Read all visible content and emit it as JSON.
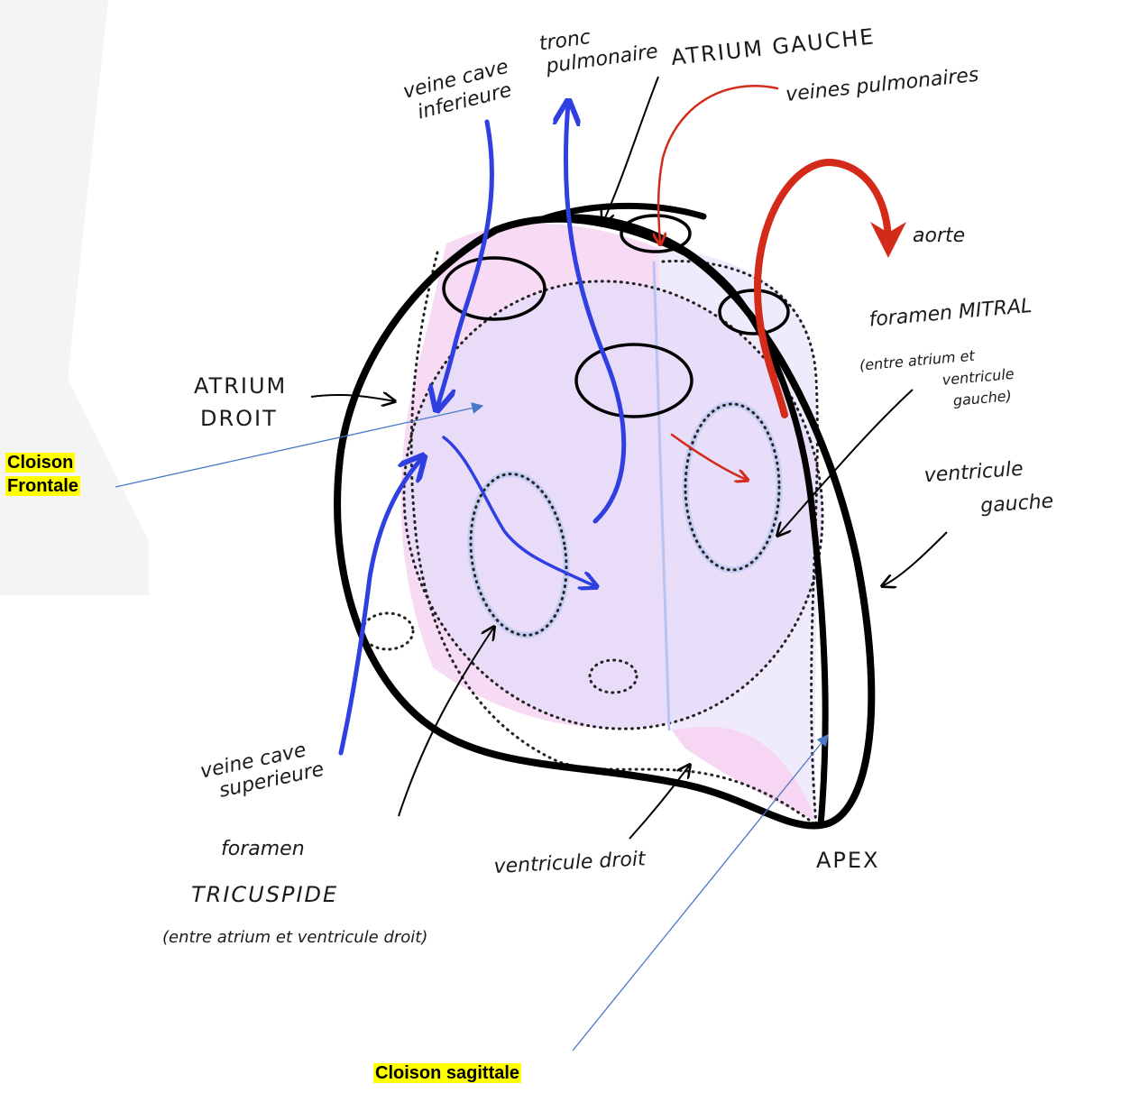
{
  "labels": {
    "veine_cave_inf": [
      "veine cave",
      "inferieure"
    ],
    "tronc_pulmonaire": [
      "tronc",
      "pulmonaire"
    ],
    "atrium_gauche": "ATRIUM GAUCHE",
    "veines_pulmonaires": "veines pulmonaires",
    "aorte": "aorte",
    "foramen_mitral": [
      "foramen MITRAL",
      "(entre atrium et",
      "ventricule",
      "gauche)"
    ],
    "atrium_droit": [
      "ATRIUM",
      "DROIT"
    ],
    "ventricule_gauche": [
      "ventricule",
      "gauche"
    ],
    "veine_cave_sup": [
      "veine cave",
      "superieure"
    ],
    "foramen_tricuspide": [
      "foramen",
      "TRICUSPIDE",
      "(entre atrium et ventricule droit)"
    ],
    "ventricule_droit": "ventricule droit",
    "apex": "APEX"
  },
  "highlights": {
    "cloison_frontale": [
      "Cloison",
      "Frontale"
    ],
    "cloison_sagittale": "Cloison sagittale"
  },
  "colors": {
    "outline": "#000000",
    "venous": "#2f3fe0",
    "arterial": "#d42a1a",
    "pointer": "#4a78c8",
    "pink_region": "#f6d6f2",
    "lavender_region": "#e9e0fa",
    "highlight": "#ffff00"
  }
}
